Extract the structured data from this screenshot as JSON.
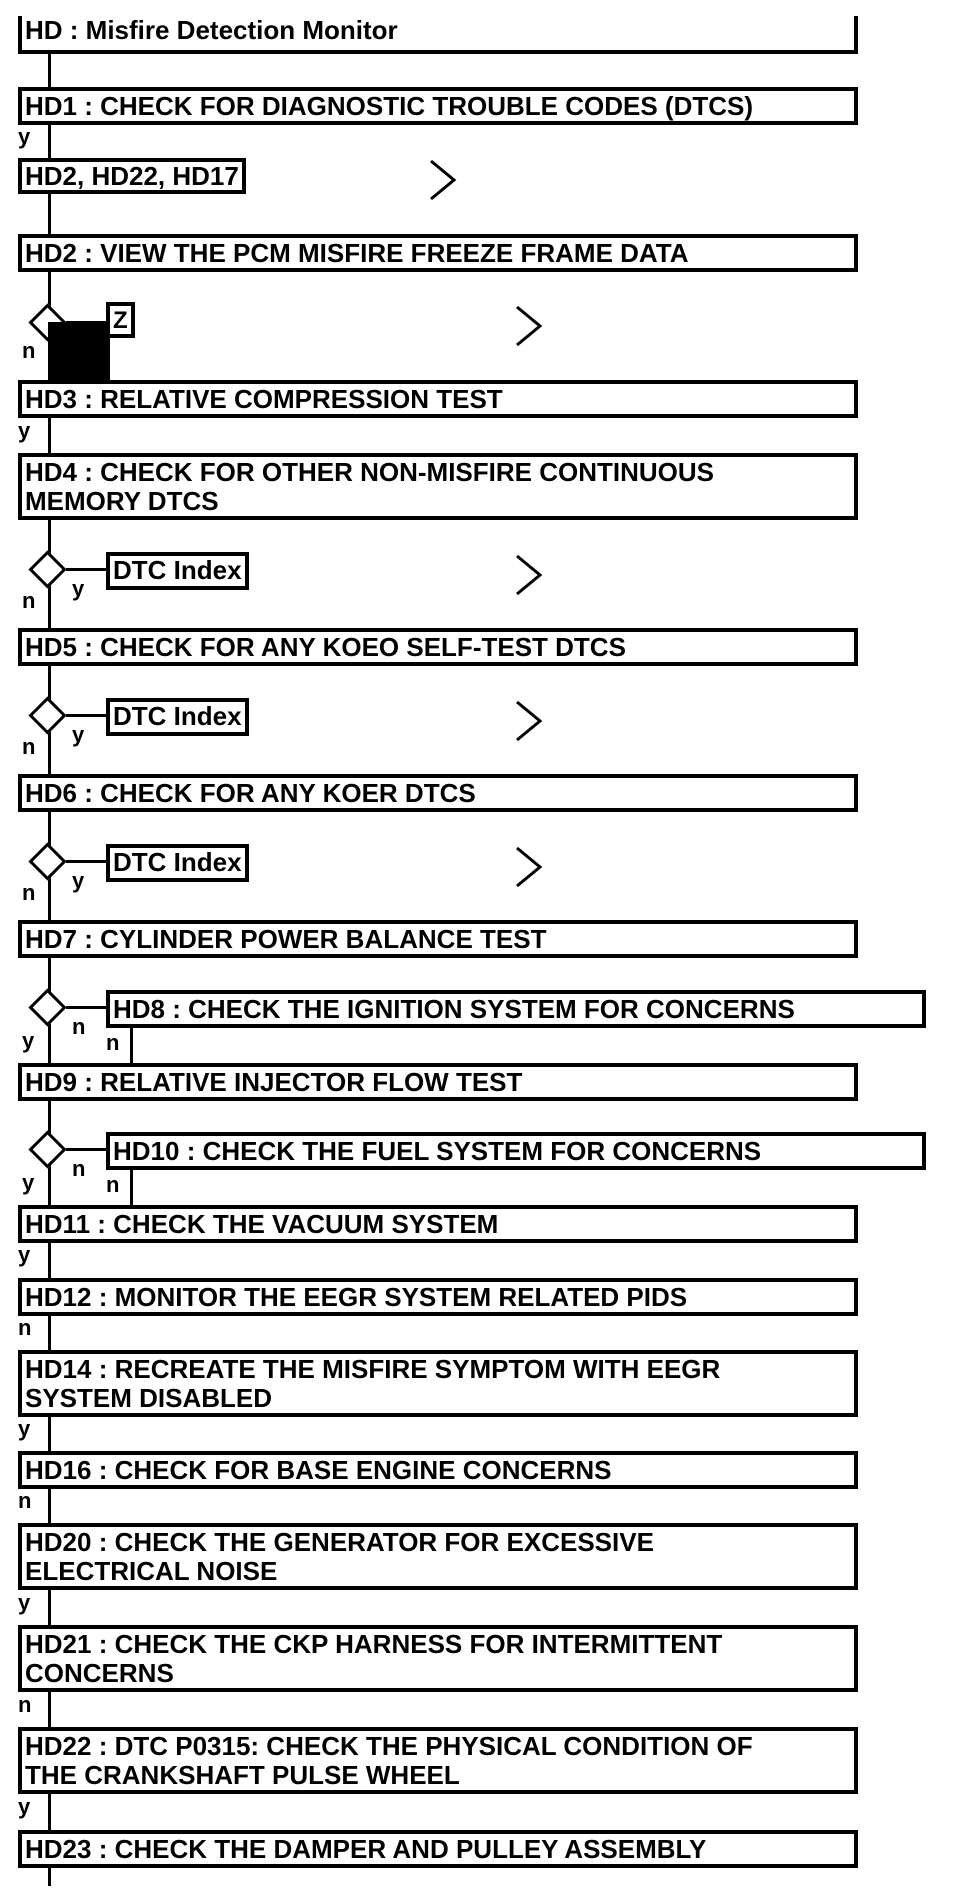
{
  "steps": {
    "hd": "HD : Misfire Detection Monitor",
    "hd1": "HD1 : CHECK FOR DIAGNOSTIC TROUBLE CODES (DTCS)",
    "hd2": "HD2 : VIEW THE PCM MISFIRE FREEZE FRAME DATA",
    "hd3": "HD3 : RELATIVE COMPRESSION TEST",
    "hd4": "HD4 : CHECK FOR OTHER NON-MISFIRE CONTINUOUS\nMEMORY DTCS",
    "hd5": "HD5 : CHECK FOR ANY KOEO SELF-TEST DTCS",
    "hd6": "HD6 : CHECK FOR ANY KOER DTCS",
    "hd7": "HD7 : CYLINDER POWER BALANCE TEST",
    "hd8": "HD8 : CHECK THE IGNITION SYSTEM FOR CONCERNS",
    "hd9": "HD9 : RELATIVE INJECTOR FLOW TEST",
    "hd10": "HD10 : CHECK THE FUEL SYSTEM FOR CONCERNS",
    "hd11": "HD11 : CHECK THE VACUUM SYSTEM",
    "hd12": "HD12 : MONITOR THE EEGR SYSTEM RELATED PIDS",
    "hd14": "HD14 : RECREATE THE MISFIRE SYMPTOM WITH EEGR\nSYSTEM DISABLED",
    "hd16": "HD16 : CHECK FOR BASE ENGINE CONCERNS",
    "hd20": "HD20 : CHECK THE GENERATOR FOR EXCESSIVE\nELECTRICAL NOISE",
    "hd21": "HD21 : CHECK THE CKP HARNESS FOR INTERMITTENT\nCONCERNS",
    "hd22": "HD22 : DTC P0315: CHECK THE PHYSICAL CONDITION OF\nTHE CRANKSHAFT PULSE WHEEL",
    "hd23": "HD23 : CHECK THE DAMPER AND PULLEY ASSEMBLY"
  },
  "links": {
    "hd1_jump": "HD2, HD22, HD17",
    "hd2_z": "Z",
    "dtc_index": "DTC Index"
  },
  "answers": {
    "y": "y",
    "n": "n"
  }
}
